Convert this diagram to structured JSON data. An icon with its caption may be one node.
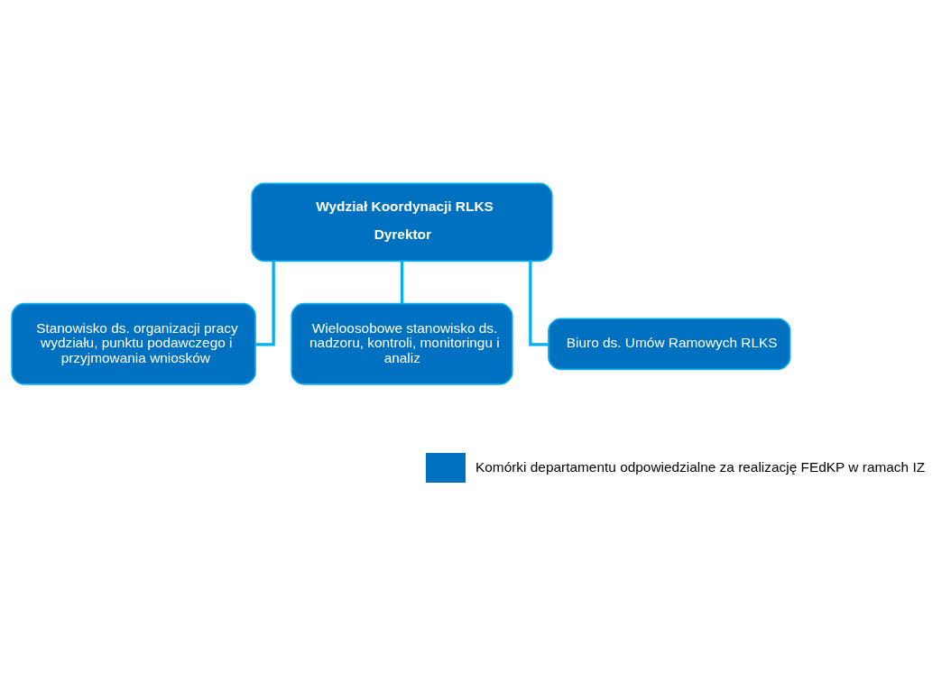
{
  "diagram": {
    "nodes": [
      {
        "text": [
          "Wydział Koordynacji RLKS",
          "Dyrektor"
        ]
      },
      {
        "text": [
          "Stanowisko ds. organizacji pracy wydziału, punktu podawczego i przyjmowania wniosków"
        ]
      },
      {
        "text": [
          "Wieloosobowe stanowisko ds. nadzoru, kontroli, monitoringu i analiz"
        ]
      },
      {
        "text": [
          "Biuro ds. Umów Ramowych RLKS"
        ]
      }
    ],
    "edges": [
      {
        "from": 0,
        "to": 1,
        "arrow": "none"
      },
      {
        "from": 0,
        "to": 2,
        "arrow": "none"
      },
      {
        "from": 0,
        "to": 3,
        "arrow": "none"
      }
    ],
    "legend": [
      {
        "text": "Komórki departamentu odpowiedzialne za realizację FEdKP w ramach IZ",
        "color": "#0070c0"
      }
    ]
  }
}
